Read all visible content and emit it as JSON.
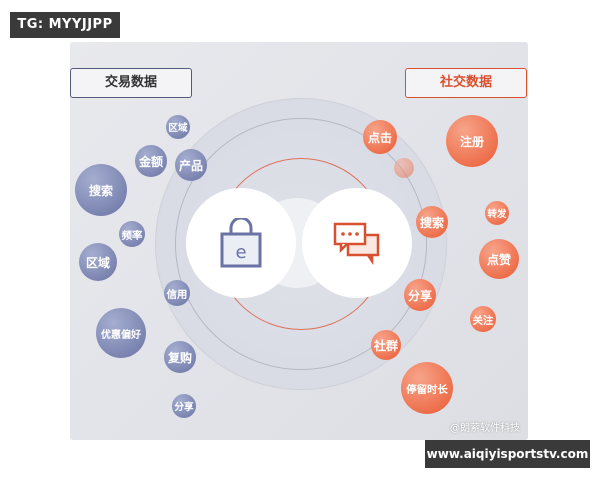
{
  "tag": "TG: MYYJJPP",
  "url": "www.aiqiyisportstv.com",
  "watermark": "@朗萦软件科技",
  "left": {
    "title": "交易数据",
    "color": "#6a73a3",
    "bubbles": [
      "区域",
      "金额",
      "产品",
      "搜索",
      "频率",
      "区域",
      "信用",
      "优惠偏好",
      "复购",
      "分享"
    ]
  },
  "right": {
    "title": "社交数据",
    "color": "#ea5a33",
    "bubbles": [
      "点击",
      "注册",
      "",
      "搜索",
      "转发",
      "点赞",
      "分享",
      "关注",
      "社群",
      "停留时长"
    ]
  },
  "icons": {
    "left": "shopping-bag-e-icon",
    "right": "chat-bubbles-icon"
  }
}
